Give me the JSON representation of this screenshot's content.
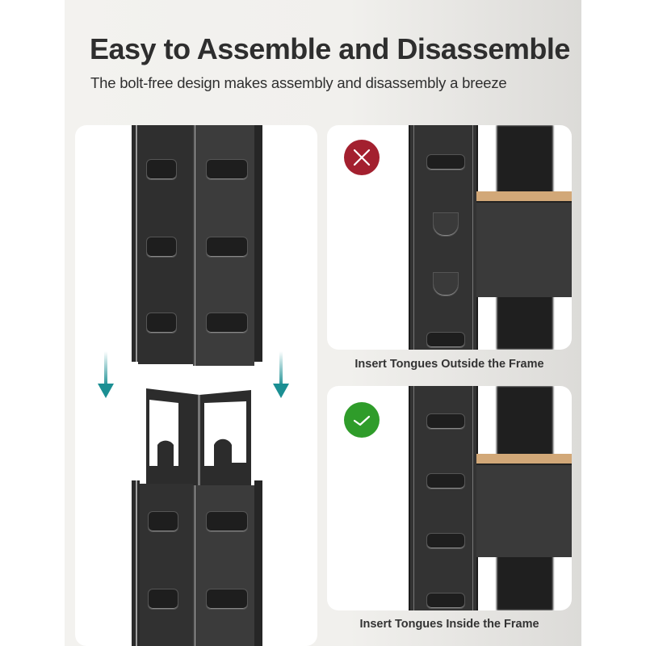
{
  "header": {
    "title": "Easy to Assemble and Disassemble",
    "subtitle": "The bolt-free design makes assembly and disassembly a breeze"
  },
  "left_illustration": {
    "description": "Upright post being lowered onto lower post connector",
    "arrow_color": "#1b8f93"
  },
  "comparison": [
    {
      "status": "incorrect",
      "icon": "x-icon",
      "badge_color": "#a3202f",
      "caption": "Insert Tongues Outside the Frame"
    },
    {
      "status": "correct",
      "icon": "check-icon",
      "badge_color": "#2f9c2a",
      "caption": "Insert Tongues Inside the Frame"
    }
  ],
  "colors": {
    "background": "#f2f1ee",
    "panel": "#ffffff",
    "metal": "#323232",
    "wood": "#d2a878",
    "text": "#2e2e2e"
  }
}
